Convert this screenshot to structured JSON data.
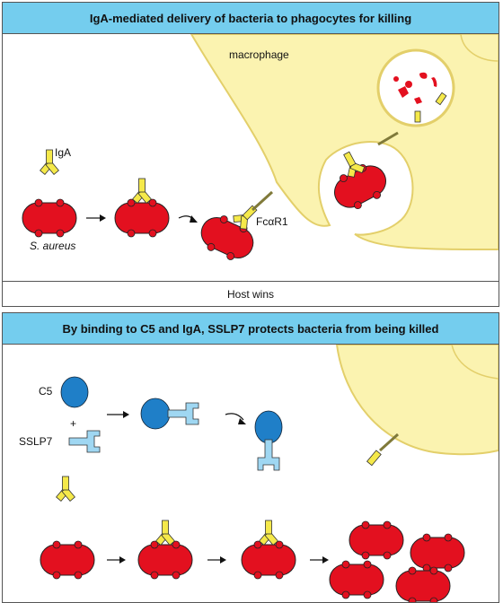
{
  "colors": {
    "header_bg": "#74cdee",
    "bacterium": "#e3101f",
    "macrophage": "#fbf3b0",
    "macrophage_edge": "#e3cf6a",
    "antibody": "#f5e94a",
    "c5": "#1f7fc8",
    "sslp7": "#9fd7f2",
    "receptor": "#807a3a"
  },
  "panel_top": {
    "title": "IgA-mediated delivery of bacteria to phagocytes for killing",
    "macrophage_label": "macrophage",
    "iga_label": "IgA",
    "bacterium_label": "S. aureus",
    "receptor_label": "FcαR1",
    "footer": "Host wins"
  },
  "panel_bottom": {
    "title": "By binding to C5 and IgA, SSLP7 protects bacteria from being killed",
    "c5_label": "C5",
    "plus": "+",
    "sslp7_label": "SSLP7"
  }
}
